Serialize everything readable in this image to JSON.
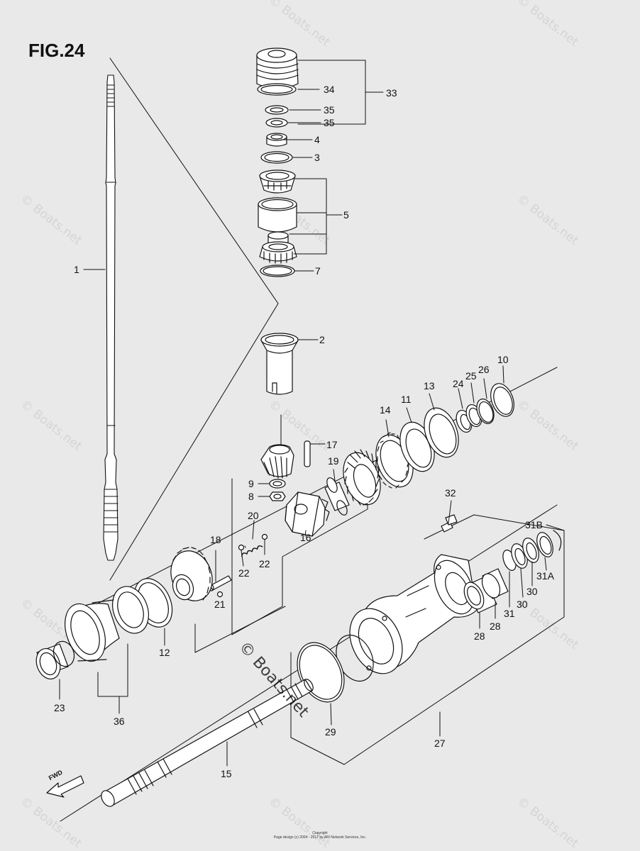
{
  "figure": {
    "title": "FIG.24",
    "fwd_label": "FWD",
    "copyright_line1": "Copyright",
    "copyright_line2": "Page design (c) 2004 - 2017 by ARI Network Services, Inc.",
    "watermark": "© Boats.net"
  },
  "callouts": [
    {
      "id": "c1",
      "label": "1"
    },
    {
      "id": "c2",
      "label": "2"
    },
    {
      "id": "c3",
      "label": "3"
    },
    {
      "id": "c4",
      "label": "4"
    },
    {
      "id": "c5",
      "label": "5"
    },
    {
      "id": "c7",
      "label": "7"
    },
    {
      "id": "c8",
      "label": "8"
    },
    {
      "id": "c9",
      "label": "9"
    },
    {
      "id": "c10",
      "label": "10"
    },
    {
      "id": "c11",
      "label": "11"
    },
    {
      "id": "c12",
      "label": "12"
    },
    {
      "id": "c13",
      "label": "13"
    },
    {
      "id": "c14",
      "label": "14"
    },
    {
      "id": "c15",
      "label": "15"
    },
    {
      "id": "c16",
      "label": "16"
    },
    {
      "id": "c17",
      "label": "17"
    },
    {
      "id": "c18",
      "label": "18"
    },
    {
      "id": "c19",
      "label": "19"
    },
    {
      "id": "c20",
      "label": "20"
    },
    {
      "id": "c21",
      "label": "21"
    },
    {
      "id": "c22a",
      "label": "22"
    },
    {
      "id": "c22b",
      "label": "22"
    },
    {
      "id": "c23",
      "label": "23"
    },
    {
      "id": "c24",
      "label": "24"
    },
    {
      "id": "c25",
      "label": "25"
    },
    {
      "id": "c26",
      "label": "26"
    },
    {
      "id": "c27",
      "label": "27"
    },
    {
      "id": "c28a",
      "label": "28"
    },
    {
      "id": "c28b",
      "label": "28"
    },
    {
      "id": "c29",
      "label": "29"
    },
    {
      "id": "c30a",
      "label": "30"
    },
    {
      "id": "c30b",
      "label": "30"
    },
    {
      "id": "c31a",
      "label": "31"
    },
    {
      "id": "c31A",
      "label": "31A"
    },
    {
      "id": "c31B",
      "label": "31B"
    },
    {
      "id": "c32",
      "label": "32"
    },
    {
      "id": "c33",
      "label": "33"
    },
    {
      "id": "c34",
      "label": "34"
    },
    {
      "id": "c35a",
      "label": "35"
    },
    {
      "id": "c35b",
      "label": "35"
    },
    {
      "id": "c36",
      "label": "36"
    }
  ]
}
